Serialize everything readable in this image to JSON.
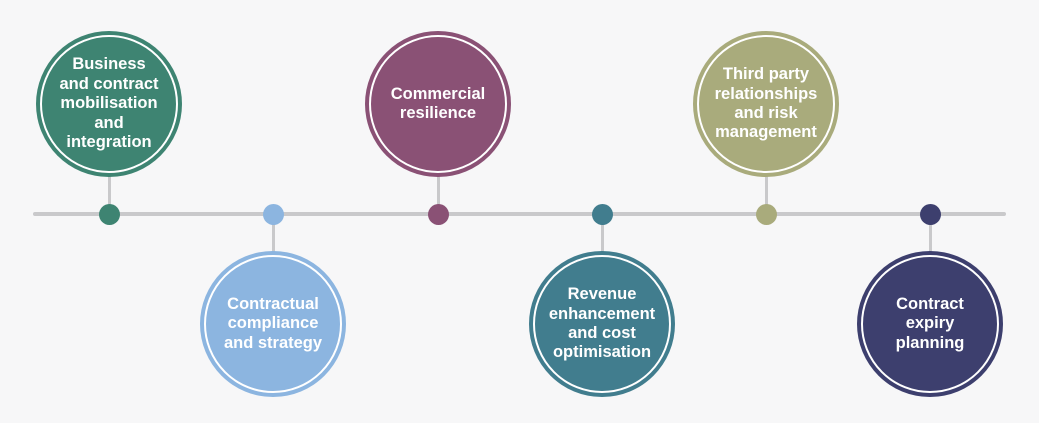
{
  "canvas": {
    "background": "#f7f7f8"
  },
  "timeline": {
    "line_color": "#c9c9cb"
  },
  "items": [
    {
      "label": "Business\nand contract\nmobilisation\nand\nintegration",
      "color": "#3E8472",
      "position": "above"
    },
    {
      "label": "Contractual\ncompliance\nand strategy",
      "color": "#8CB5E0",
      "position": "below"
    },
    {
      "label": "Commercial\nresilience",
      "color": "#8A5175",
      "position": "above"
    },
    {
      "label": "Revenue\nenhancement\nand cost\noptimisation",
      "color": "#417D8E",
      "position": "below"
    },
    {
      "label": "Third party\nrelationships\nand risk\nmanagement",
      "color": "#A9AB7C",
      "position": "above"
    },
    {
      "label": "Contract\nexpiry\nplanning",
      "color": "#3D3F6E",
      "position": "below"
    }
  ]
}
